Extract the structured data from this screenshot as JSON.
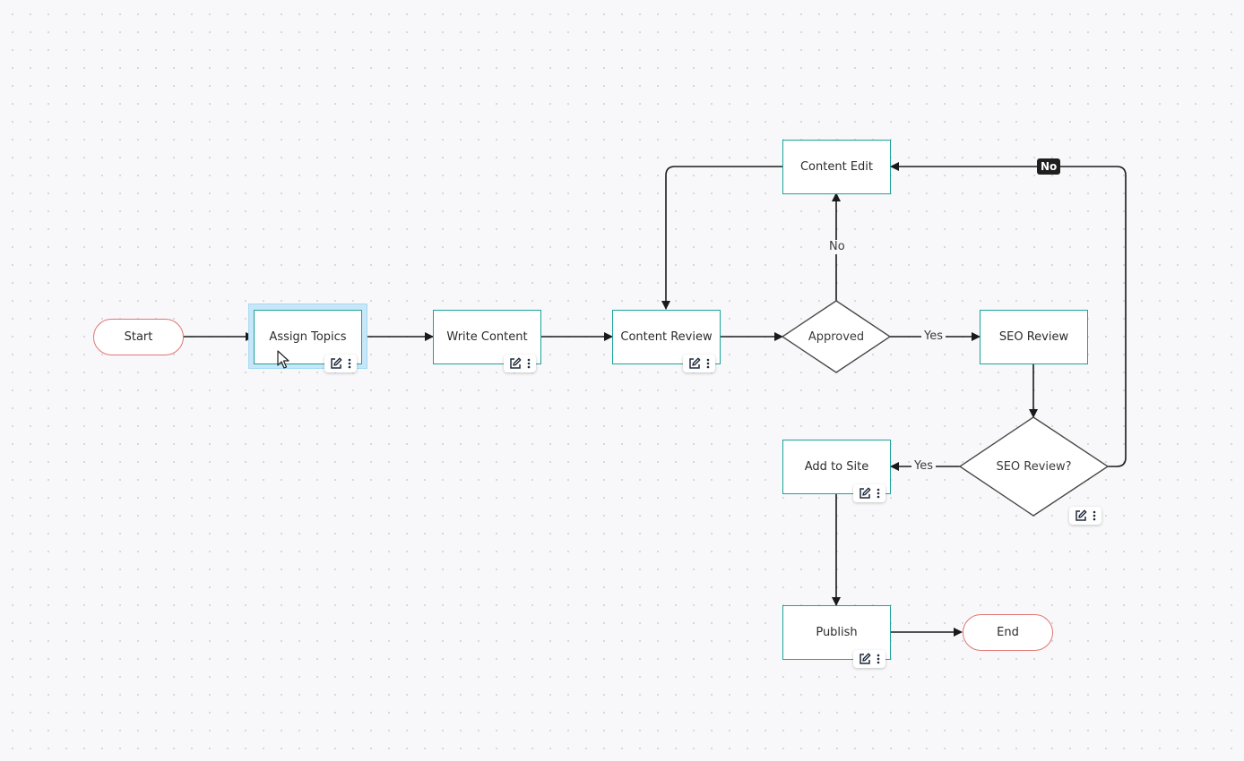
{
  "diagram": {
    "nodes": {
      "start": {
        "label": "Start",
        "shape": "terminal"
      },
      "assign_topics": {
        "label": "Assign Topics",
        "shape": "process",
        "selected": true
      },
      "write_content": {
        "label": "Write Content",
        "shape": "process"
      },
      "content_review": {
        "label": "Content Review",
        "shape": "process"
      },
      "approved": {
        "label": "Approved",
        "shape": "decision"
      },
      "content_edit": {
        "label": "Content Edit",
        "shape": "process"
      },
      "seo_review": {
        "label": "SEO Review",
        "shape": "process"
      },
      "seo_review_decision": {
        "label": "SEO Review?",
        "shape": "decision"
      },
      "add_to_site": {
        "label": "Add to Site",
        "shape": "process"
      },
      "publish": {
        "label": "Publish",
        "shape": "process"
      },
      "end": {
        "label": "End",
        "shape": "terminal"
      }
    },
    "edges": [
      {
        "from": "Start",
        "to": "Assign Topics"
      },
      {
        "from": "Assign Topics",
        "to": "Write Content"
      },
      {
        "from": "Write Content",
        "to": "Content Review"
      },
      {
        "from": "Content Review",
        "to": "Approved"
      },
      {
        "from": "Approved",
        "to": "Content Edit",
        "label": "No"
      },
      {
        "from": "Approved",
        "to": "SEO Review",
        "label": "Yes"
      },
      {
        "from": "Content Edit",
        "to": "Content Review"
      },
      {
        "from": "SEO Review",
        "to": "SEO Review?"
      },
      {
        "from": "SEO Review?",
        "to": "Content Edit",
        "label": "No"
      },
      {
        "from": "SEO Review?",
        "to": "Add to Site",
        "label": "Yes"
      },
      {
        "from": "Add to Site",
        "to": "Publish"
      },
      {
        "from": "Publish",
        "to": "End"
      }
    ],
    "edge_labels": {
      "approved_no": "No",
      "approved_yes": "Yes",
      "seo_no": "No",
      "seo_yes": "Yes"
    }
  },
  "icons": {
    "edit": "edit-icon",
    "more": "more-vertical-icon",
    "cursor": "mouse-pointer-icon"
  },
  "colors": {
    "process_border": "#1aa39a",
    "terminal_border": "#e07575",
    "decision_border": "#4a4a4a",
    "edge": "#1a1a1a",
    "selection": "#c7e7f8",
    "background": "#f8f8fa"
  }
}
